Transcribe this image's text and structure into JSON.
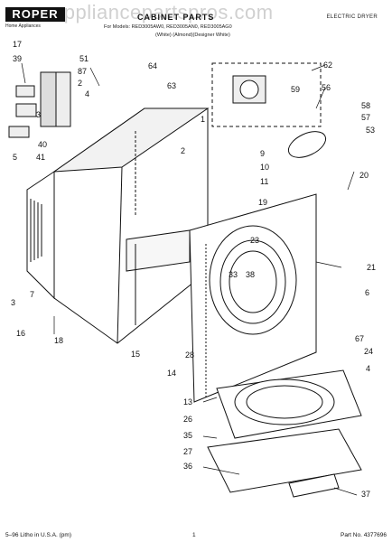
{
  "header": {
    "brand_logo": "ROPER",
    "brand_sub": "Home Appliances",
    "watermark": "appliancepartspros.com",
    "title": "CABINET PARTS",
    "models_line": "For Models: RED3005AW0, RED3005AN0, RED3005AG0",
    "colors_line": "(White)   (Almond)(Designer White)",
    "product_type": "ELECTRIC DRYER"
  },
  "callouts": [
    "17",
    "51",
    "39",
    "87",
    "2",
    "3",
    "4",
    "5",
    "40",
    "41",
    "64",
    "63",
    "62",
    "59",
    "56",
    "58",
    "57",
    "53",
    "2",
    "9",
    "10",
    "11",
    "1",
    "20",
    "19",
    "23",
    "33",
    "38",
    "21",
    "6",
    "3",
    "7",
    "16",
    "18",
    "15",
    "14",
    "28",
    "67",
    "24",
    "4",
    "13",
    "26",
    "35",
    "27",
    "36",
    "37"
  ],
  "footer": {
    "litho": "5–96 Litho in U.S.A. (pm)",
    "page_number": "1",
    "part_number": "Part No. 4377696"
  }
}
